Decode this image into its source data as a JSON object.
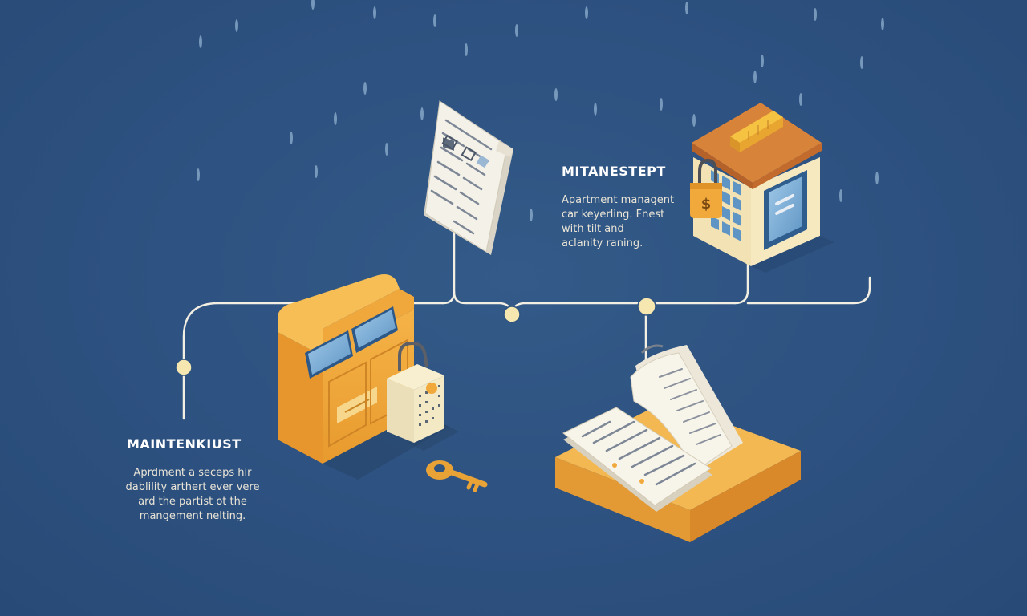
{
  "colors": {
    "background": "#2f5480",
    "connector": "#f3efe3",
    "node": "#f6e7b0",
    "accent_orange": "#f2a93b",
    "accent_brown": "#c9742f",
    "paper": "#f4f1e8"
  },
  "sections": [
    {
      "heading": "MITANESTEPT",
      "lines": [
        "Apartment managent",
        "car keyerling. Fnest",
        "with tilt and",
        "aclanity raning."
      ]
    },
    {
      "heading": "MAINTENKIUST",
      "lines": [
        "Aprdment a seceps hir",
        "dablility arthert ever vere",
        "ard the partist ot the",
        "mangement nelting."
      ]
    }
  ],
  "icons": [
    "document-icon",
    "building-lock-icon",
    "cabinet-icon",
    "calendar-padlock-icon",
    "key-icon",
    "open-book-icon"
  ]
}
